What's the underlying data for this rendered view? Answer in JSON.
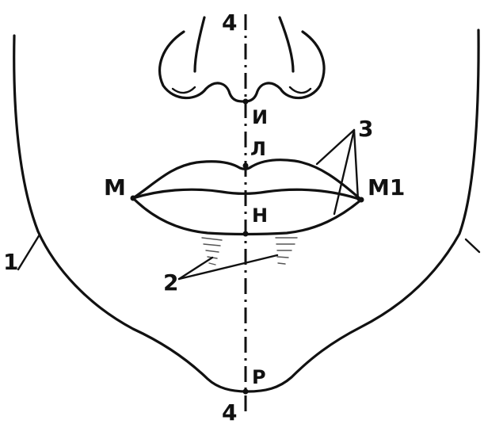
{
  "labels": {
    "midline_top": "4",
    "midline_bottom": "4",
    "face_contour": "1",
    "chin_folds": "2",
    "lips": "3",
    "mouth_left_corner": "M",
    "mouth_right_corner": "M1",
    "point_under_nose": "И",
    "upper_lip_point": "Л",
    "lower_lip_point": "Н",
    "chin_point": "P"
  }
}
